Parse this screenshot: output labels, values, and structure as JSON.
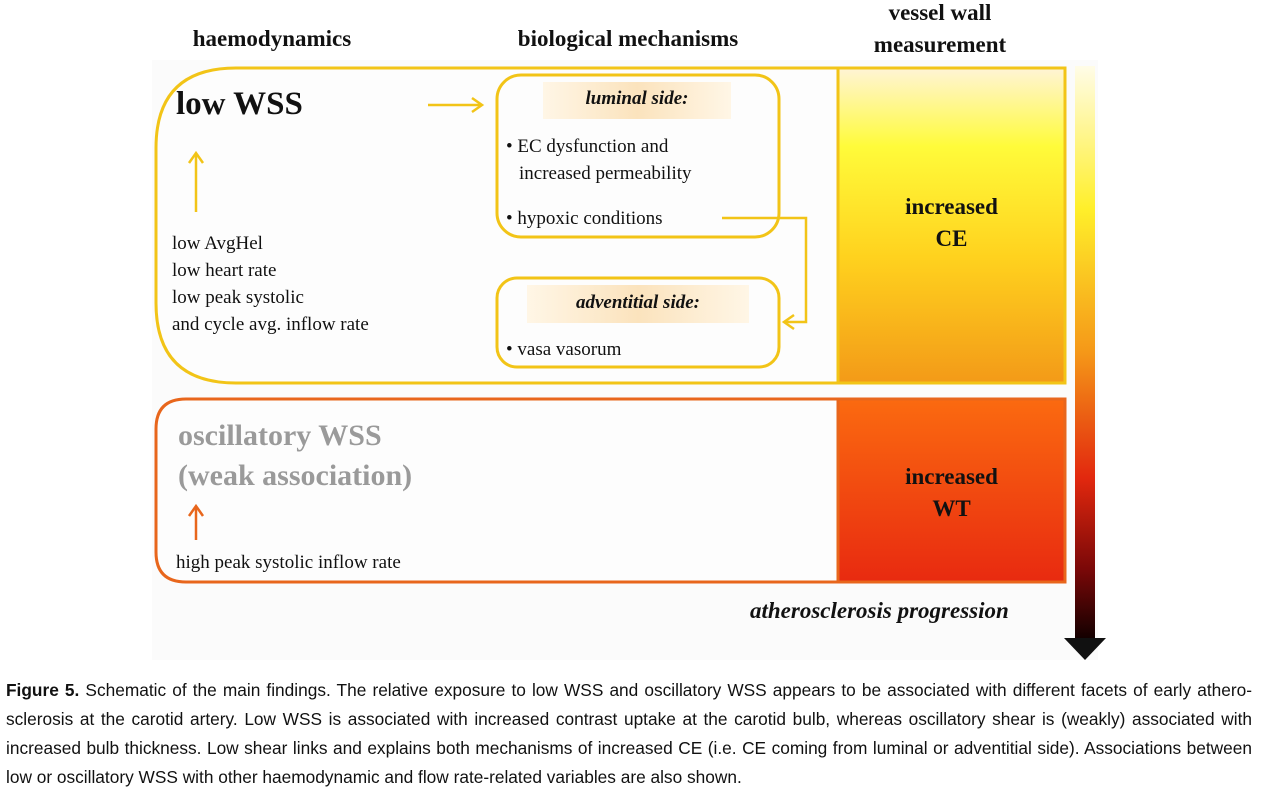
{
  "headers": {
    "haemodynamics": "haemodynamics",
    "biological_mechanisms": "biological mechanisms",
    "vessel_wall_line1": "vessel wall",
    "vessel_wall_line2": "measurement"
  },
  "low_wss_panel": {
    "title": "low WSS",
    "factors": [
      "low AvgHel",
      "low heart rate",
      "low peak systolic",
      "and cycle avg. inflow rate"
    ],
    "luminal": {
      "heading": "luminal side:",
      "bullet1_line1": "• EC dysfunction and",
      "bullet1_line2": "increased permeability",
      "bullet2": "• hypoxic conditions"
    },
    "adventitial": {
      "heading": "adventitial side:",
      "bullet1": "• vasa vasorum"
    },
    "result_line1": "increased",
    "result_line2": "CE"
  },
  "osc_wss_panel": {
    "title_line1": "oscillatory WSS",
    "title_line2": "(weak association)",
    "factor": "high peak systolic inflow rate",
    "result_line1": "increased",
    "result_line2": "WT"
  },
  "progression_label": "atherosclerosis progression",
  "caption": {
    "figure_label": "Figure 5.",
    "text": " Schematic of the main findings. The relative exposure to low WSS and oscillatory WSS appears to be associated with different facets of early athero-sclerosis at the carotid artery. Low WSS is associated with increased contrast uptake at the carotid bulb, whereas oscillatory shear is (weakly) associated with increased bulb thickness. Low shear links and explains both mechanisms of increased CE (i.e. CE coming from luminal or adventitial side). Associations between low or oscillatory WSS with other haemodynamic and flow rate-related variables are also shown."
  },
  "colors": {
    "yellow_border": "#f2c417",
    "orange_border": "#e8661c",
    "heading_fill": "#fbe8c6",
    "grey_text": "#9a9a9a"
  }
}
